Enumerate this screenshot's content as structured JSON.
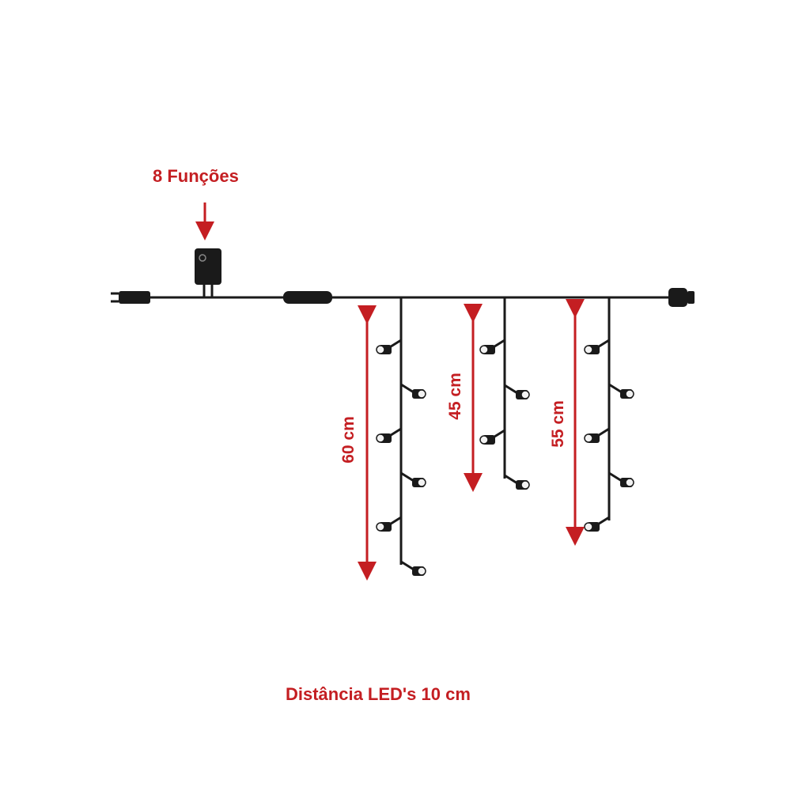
{
  "labels": {
    "functions": "8 Funções",
    "spacing": "Distância LED's 10 cm"
  },
  "strands": [
    {
      "length_label": "60 cm",
      "led_count": 6
    },
    {
      "length_label": "45 cm",
      "led_count": 4
    },
    {
      "length_label": "55 cm",
      "led_count": 5
    }
  ],
  "colors": {
    "annotation": "#c41e22",
    "cable": "#1a1a1a",
    "led": "#f2f2f2"
  }
}
